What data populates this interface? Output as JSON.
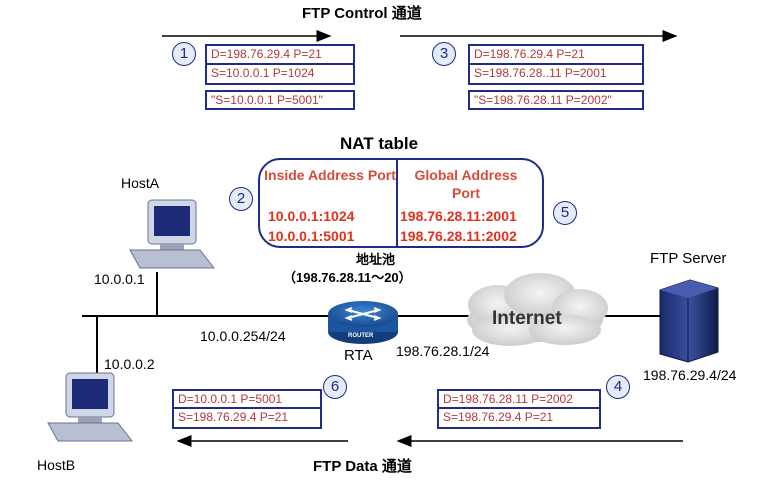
{
  "titles": {
    "control": "FTP Control 通道",
    "data": "FTP Data 通道"
  },
  "steps": [
    "1",
    "2",
    "3",
    "4",
    "5",
    "6"
  ],
  "packets": {
    "p1": {
      "line1": "D=198.76.29.4 P=21",
      "line2": "S=10.0.0.1 P=1024",
      "line3": "\"S=10.0.0.1 P=5001\""
    },
    "p3": {
      "line1": "D=198.76.29.4 P=21",
      "line2": "S=198.76.28..11 P=2001",
      "line3": "\"S=198.76.28.11 P=2002\""
    },
    "p4": {
      "line1": "D=198.76.28.11 P=2002",
      "line2": "S=198.76.29.4 P=21"
    },
    "p6": {
      "line1": "D=10.0.0.1 P=5001",
      "line2": "S=198.76.29.4 P=21"
    }
  },
  "nat": {
    "title": "NAT table",
    "header_inside": "Inside Address Port",
    "header_global": "Global Address Port",
    "rows": [
      {
        "inside": "10.0.0.1:1024",
        "global": "198.76.28.11:2001"
      },
      {
        "inside": "10.0.0.1:5001",
        "global": "198.76.28.11:2002"
      }
    ]
  },
  "pool": {
    "label": "地址池",
    "range": "（198.76.28.11～20）"
  },
  "nodes": {
    "hostA": {
      "name": "HostA",
      "ip": "10.0.0.1"
    },
    "hostB": {
      "name": "HostB",
      "ip": "10.0.0.2"
    },
    "router": {
      "name": "RTA",
      "badge": "ROUTER",
      "inside_ip": "10.0.0.254/24",
      "outside_ip": "198.76.28.1/24"
    },
    "internet": {
      "name": "Internet"
    },
    "server": {
      "name": "FTP Server",
      "ip": "198.76.29.4/24"
    }
  },
  "colors": {
    "border": "#1f2a8a",
    "packet_text": "#b23a3a",
    "nat_text": "#e0321e",
    "router": "#1d5fa8"
  }
}
